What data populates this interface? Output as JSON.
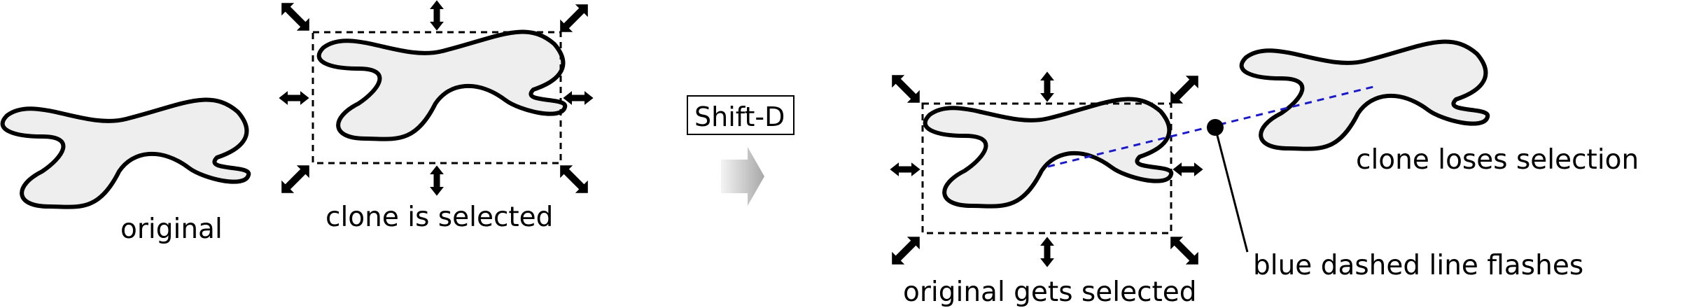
{
  "labels": {
    "original": "original",
    "clone_selected": "clone is selected",
    "shortcut": "Shift-D",
    "original_selected": "original gets selected",
    "clone_loses": "clone loses selection",
    "dashed_line": "blue dashed line flashes"
  },
  "colors": {
    "shape_fill": "#eeeeee",
    "shape_stroke": "#000000",
    "dashed_line": "#1a1acc",
    "arrow_light": "#f4f4f4",
    "arrow_dark": "#a8a8a8"
  },
  "icons": {
    "selection_handles": [
      "diagonal-double-arrow-icon",
      "vertical-double-arrow-icon",
      "horizontal-double-arrow-icon"
    ],
    "process_arrow": "gradient-right-arrow-icon"
  }
}
